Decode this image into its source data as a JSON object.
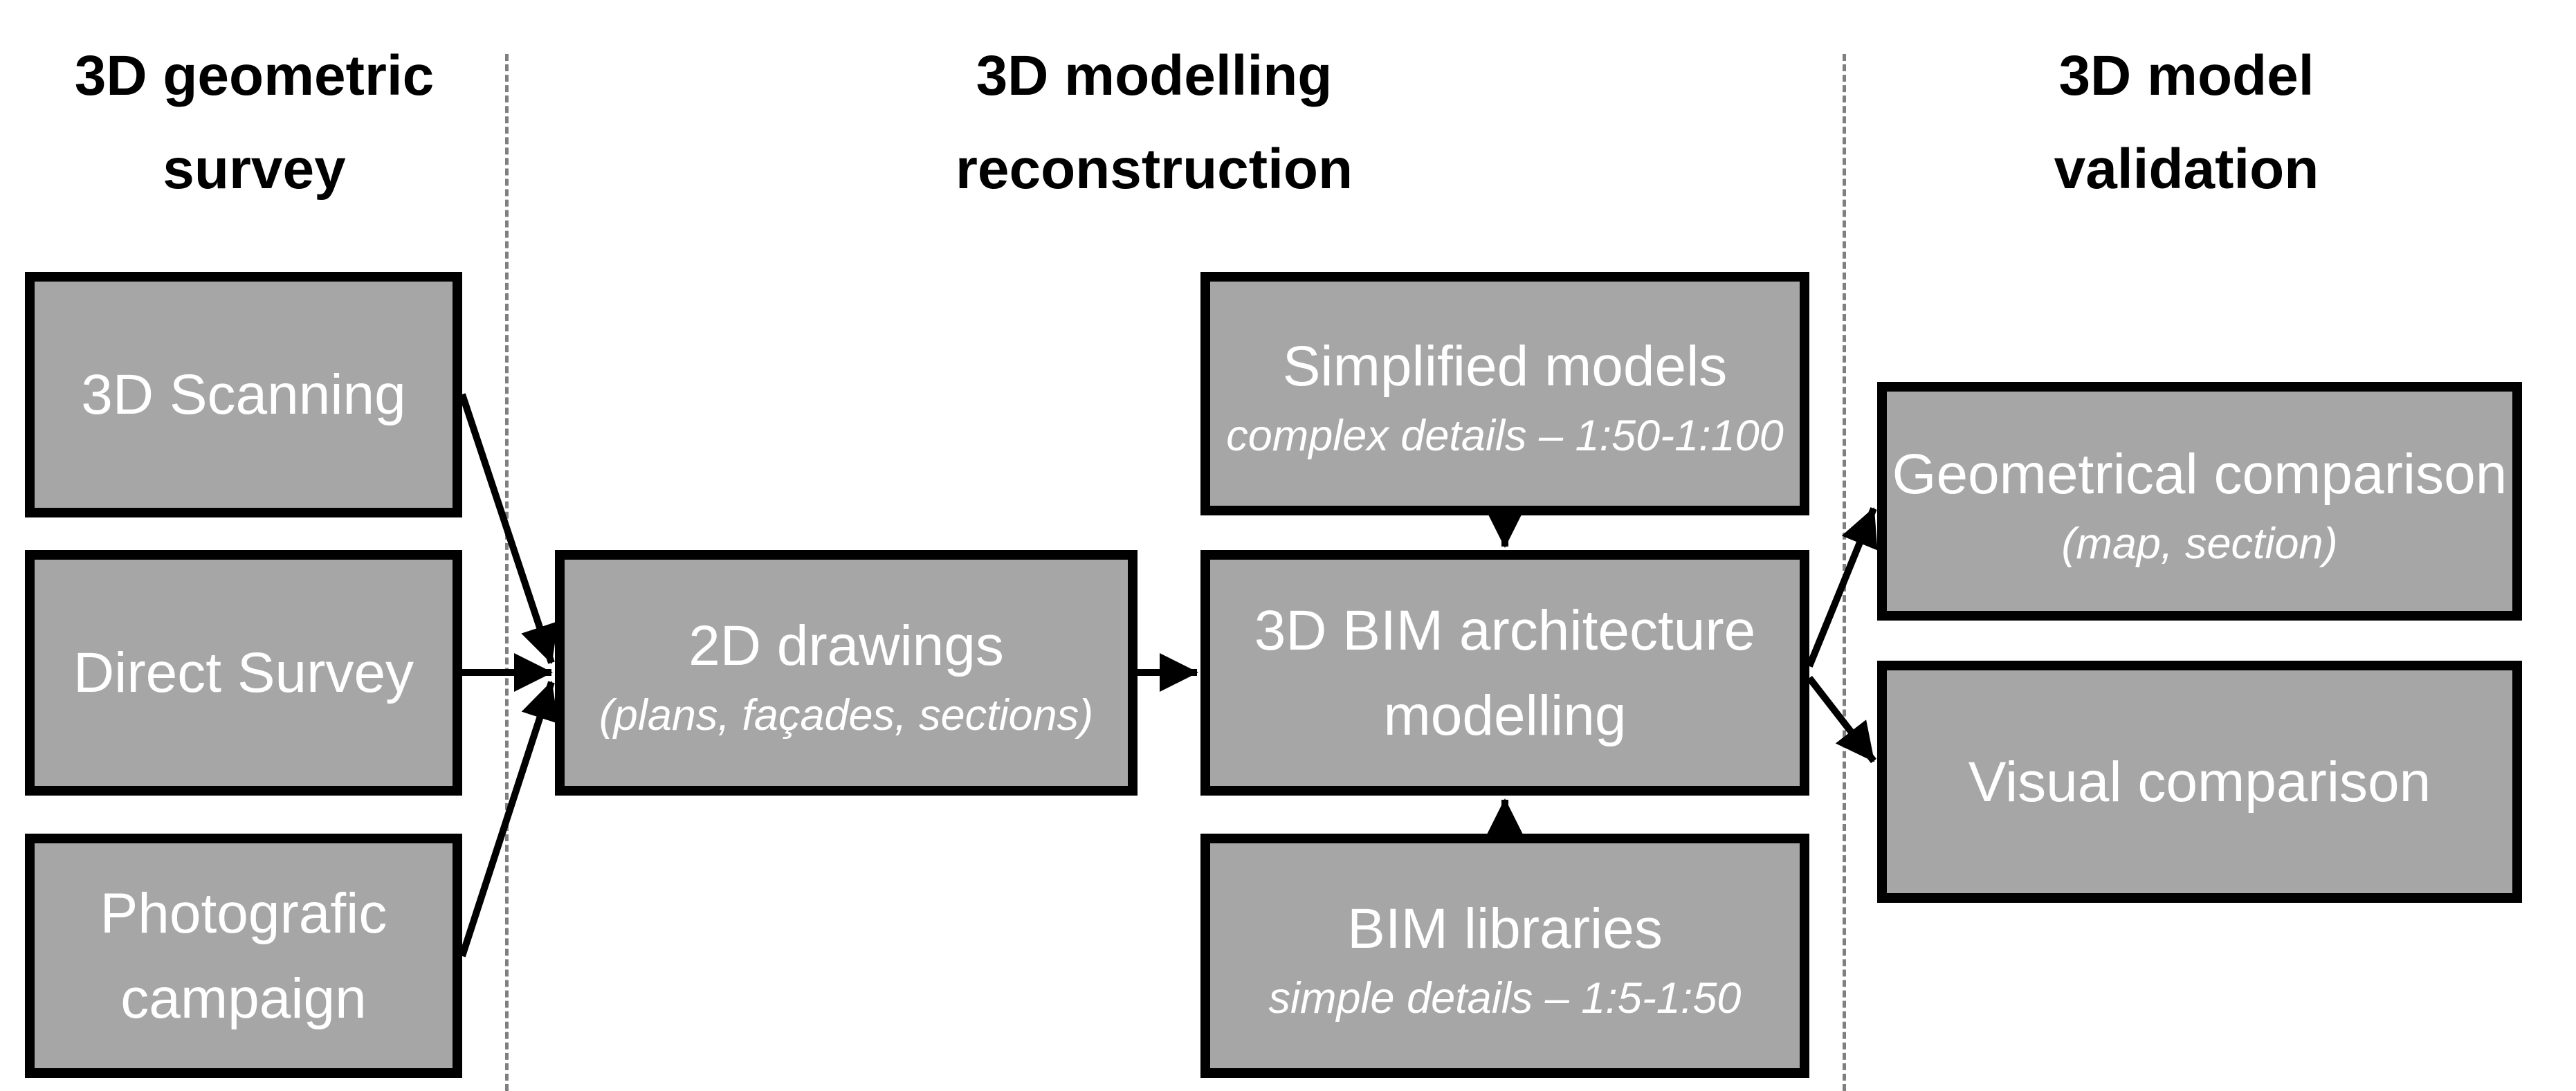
{
  "colors": {
    "background": "#ffffff",
    "box_fill": "#a6a6a6",
    "box_border": "#000000",
    "box_text": "#ffffff",
    "header_text": "#000000",
    "divider": "#7f7f7f",
    "arrow": "#000000"
  },
  "columns": {
    "survey": {
      "title_line1": "3D geometric",
      "title_line2": "survey"
    },
    "reconstruction": {
      "title_line1": "3D modelling",
      "title_line2": "reconstruction"
    },
    "validation": {
      "title_line1": "3D model",
      "title_line2": "validation"
    }
  },
  "nodes": {
    "scanning": {
      "label": "3D Scanning"
    },
    "direct_survey": {
      "label": "Direct Survey"
    },
    "photografic_campaign": {
      "label": "Photografic campaign"
    },
    "drawings_2d": {
      "label": "2D drawings",
      "subtitle": "(plans, façades, sections)"
    },
    "simplified_models": {
      "label": "Simplified models",
      "subtitle": "complex details – 1:50-1:100"
    },
    "bim_modelling": {
      "label": "3D BIM architecture modelling"
    },
    "bim_libraries": {
      "label": "BIM libraries",
      "subtitle": "simple details – 1:5-1:50"
    },
    "geometrical_comparison": {
      "label": "Geometrical comparison",
      "subtitle": "(map, section)"
    },
    "visual_comparison": {
      "label": "Visual comparison"
    }
  },
  "connections": [
    {
      "from": "3D Scanning",
      "to": "2D drawings"
    },
    {
      "from": "Direct Survey",
      "to": "2D drawings"
    },
    {
      "from": "Photografic campaign",
      "to": "2D drawings"
    },
    {
      "from": "2D drawings",
      "to": "3D BIM architecture modelling"
    },
    {
      "from": "Simplified models",
      "to": "3D BIM architecture modelling"
    },
    {
      "from": "BIM libraries",
      "to": "3D BIM architecture modelling"
    },
    {
      "from": "3D BIM architecture modelling",
      "to": "Geometrical comparison"
    },
    {
      "from": "3D BIM architecture modelling",
      "to": "Visual comparison"
    }
  ]
}
